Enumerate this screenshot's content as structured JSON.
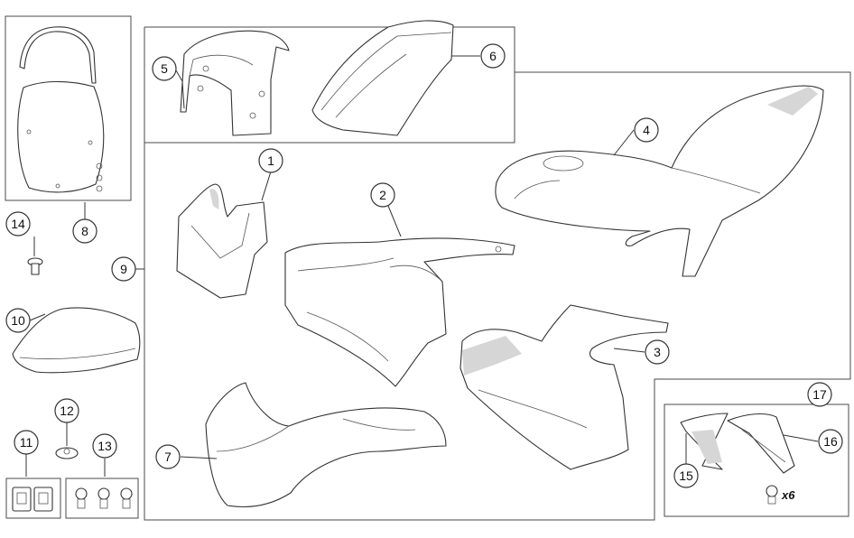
{
  "colors": {
    "line": "#333333",
    "shade": "#d6d6d6",
    "background": "#ffffff"
  },
  "callouts": {
    "c1": "1",
    "c2": "2",
    "c3": "3",
    "c4": "4",
    "c5": "5",
    "c6": "6",
    "c7": "7",
    "c8": "8",
    "c9": "9",
    "c10": "10",
    "c11": "11",
    "c12": "12",
    "c13": "13",
    "c14": "14",
    "c15": "15",
    "c16": "16",
    "c17": "17"
  },
  "quantity_label": "x6"
}
